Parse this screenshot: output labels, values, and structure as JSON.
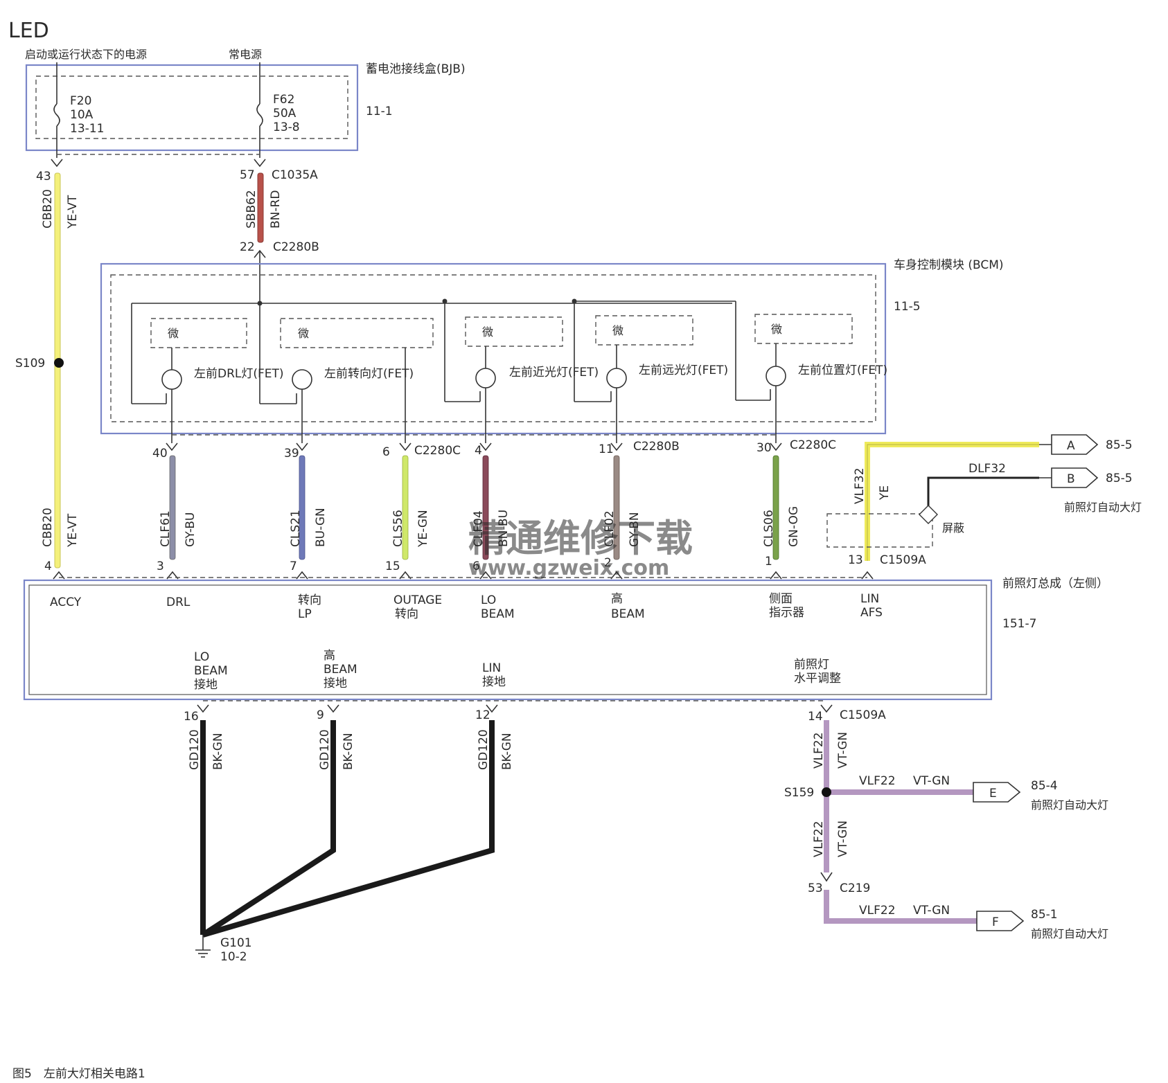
{
  "title": "LED",
  "caption": "图5　左前大灯相关电路1",
  "watermark": {
    "line1": "精通维修下载",
    "line2": "www.gzweix.com"
  },
  "power": {
    "ignition": "启动或运行状态下的电源",
    "constant": "常电源"
  },
  "bjb": {
    "name": "蓄电池接线盒(BJB)",
    "page": "11-1",
    "fuses": [
      {
        "id": "F20",
        "rating": "10A",
        "loc": "13-11"
      },
      {
        "id": "F62",
        "rating": "50A",
        "loc": "13-8"
      }
    ]
  },
  "bcm": {
    "name": "车身控制模块 (BCM)",
    "page": "11-5",
    "micro": "微",
    "fets": [
      "左前DRL灯(FET)",
      "左前转向灯(FET)",
      "左前近光灯(FET)",
      "左前远光灯(FET)",
      "左前位置灯(FET)"
    ]
  },
  "headlamp": {
    "name": "前照灯总成（左侧）",
    "page": "151-7",
    "pins_top": [
      {
        "l1": "ACCY",
        "l2": ""
      },
      {
        "l1": "DRL",
        "l2": ""
      },
      {
        "l1": "转向",
        "l2": "LP"
      },
      {
        "l1": "OUTAGE",
        "l2": "转向"
      },
      {
        "l1": "LO",
        "l2": "BEAM"
      },
      {
        "l1": "高",
        "l2": "BEAM"
      },
      {
        "l1": "侧面",
        "l2": "指示器"
      },
      {
        "l1": "LIN",
        "l2": "AFS"
      }
    ],
    "pins_bottom": [
      {
        "l1": "LO",
        "l2": "BEAM",
        "l3": "接地"
      },
      {
        "l1": "高",
        "l2": "BEAM",
        "l3": "接地"
      },
      {
        "l1": "LIN",
        "l2": "接地",
        "l3": ""
      },
      {
        "l1": "前照灯",
        "l2": "水平调整",
        "l3": ""
      }
    ]
  },
  "wires": [
    {
      "circuit": "CBB20",
      "color": "YE-VT",
      "hex": "#f4f07a",
      "top_pin": "43",
      "bottom_pin": "4",
      "connector": ""
    },
    {
      "circuit": "SBB62",
      "color": "BN-RD",
      "hex": "#b8514a",
      "top_pin": "57",
      "bottom_pin": "22",
      "connector": "C1035A",
      "connector2": "C2280B"
    },
    {
      "circuit": "CLF61",
      "color": "GY-BU",
      "hex": "#8c8ea8",
      "top_pin": "40",
      "bottom_pin": "3",
      "connector": ""
    },
    {
      "circuit": "CLS21",
      "color": "BU-GN",
      "hex": "#6e79b8",
      "top_pin": "39",
      "bottom_pin": "7",
      "connector": ""
    },
    {
      "circuit": "CLS56",
      "color": "YE-GN",
      "hex": "#cfe86a",
      "top_pin": "6",
      "bottom_pin": "15",
      "connector": "C2280C"
    },
    {
      "circuit": "CLF04",
      "color": "BN-BU",
      "hex": "#8a4a5a",
      "top_pin": "4",
      "bottom_pin": "6",
      "connector": ""
    },
    {
      "circuit": "CLF02",
      "color": "GY-BN",
      "hex": "#9a8a84",
      "top_pin": "11",
      "bottom_pin": "2",
      "connector": "C2280B"
    },
    {
      "circuit": "CLS06",
      "color": "GN-OG",
      "hex": "#7aa24a",
      "top_pin": "30",
      "bottom_pin": "1",
      "connector": "C2280C"
    },
    {
      "circuit": "VLF32",
      "color": "YE",
      "hex": "#eeea5a",
      "top_pin": "",
      "bottom_pin": "13",
      "connector": "C1509A"
    }
  ],
  "splice": "S109",
  "shield": "屏蔽",
  "dlf32": "DLF32",
  "refs": [
    {
      "id": "A",
      "page": "85-5",
      "desc": ""
    },
    {
      "id": "B",
      "page": "85-5",
      "desc": "前照灯自动大灯"
    },
    {
      "id": "E",
      "page": "85-4",
      "desc": "前照灯自动大灯"
    },
    {
      "id": "F",
      "page": "85-1",
      "desc": "前照灯自动大灯"
    }
  ],
  "ground": {
    "circuit": "GD120",
    "color": "BK-GN",
    "pins": [
      "16",
      "9",
      "12"
    ],
    "id": "G101",
    "loc": "10-2"
  },
  "leveling": {
    "connector": "C1509A",
    "pin": "14",
    "circuit": "VLF22",
    "color": "VT-GN",
    "splice": "S159",
    "c219": "C219",
    "c219_pin": "53"
  },
  "colors": {
    "blue_box": "#7a86c8",
    "ground_wire": "#1a1a1a",
    "vt_gn": "#b497c0"
  }
}
